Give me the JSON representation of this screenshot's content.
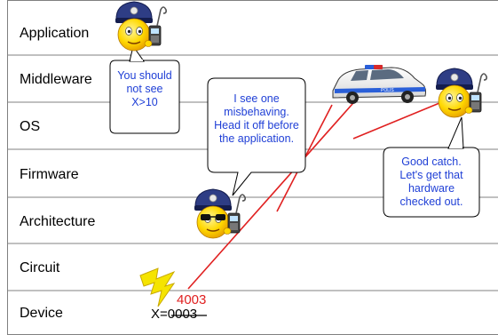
{
  "layers": [
    "Application",
    "Middleware",
    "OS",
    "Firmware",
    "Architecture",
    "Circuit",
    "Device"
  ],
  "bubbles": {
    "top_cop": "You should not see X>10",
    "middle_cop": "I see one misbehaving. Head it off before the application.",
    "right_cop": "Good catch. Let's get that hardware checked out."
  },
  "device_value": {
    "new_value": "4003",
    "label": "X=",
    "old_value": "0003"
  },
  "icons": [
    "police-officer-icon",
    "police-officer-sunglasses-icon",
    "police-car-icon",
    "lightning-bolt-icon",
    "walkie-talkie-icon"
  ],
  "colors": {
    "bubble_text": "#1f3fd6",
    "signal_line": "#e02020",
    "new_value": "#e02020",
    "bolt": "#f5e400"
  }
}
